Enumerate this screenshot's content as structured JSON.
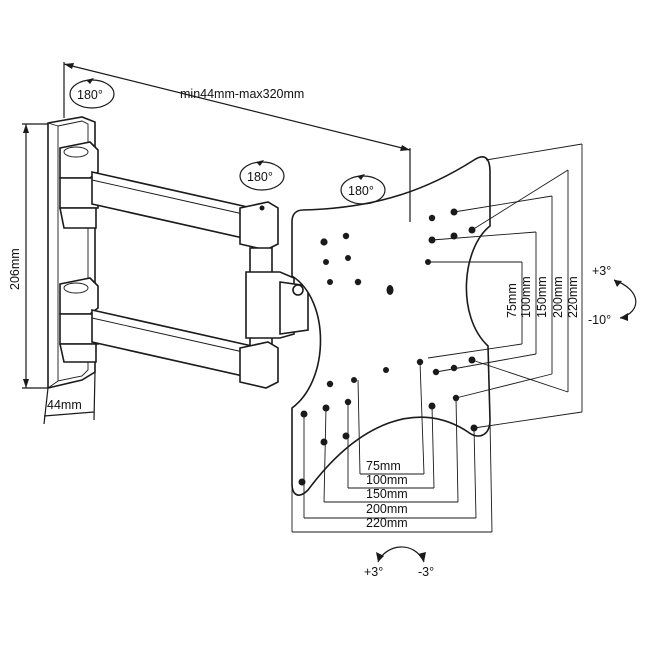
{
  "labels": {
    "rotate_wall": "180°",
    "rotate_arm": "180°",
    "rotate_plate": "180°",
    "extension": "min44mm-max320mm",
    "height": "206mm",
    "depth": "44mm",
    "tilt_up": "+3°",
    "tilt_down": "-10°",
    "swivel_left": "+3°",
    "swivel_right": "-3°"
  },
  "vesa_vertical": [
    "75mm",
    "100mm",
    "150mm",
    "200mm",
    "220mm"
  ],
  "vesa_horizontal": [
    "75mm",
    "100mm",
    "150mm",
    "200mm",
    "220mm"
  ]
}
